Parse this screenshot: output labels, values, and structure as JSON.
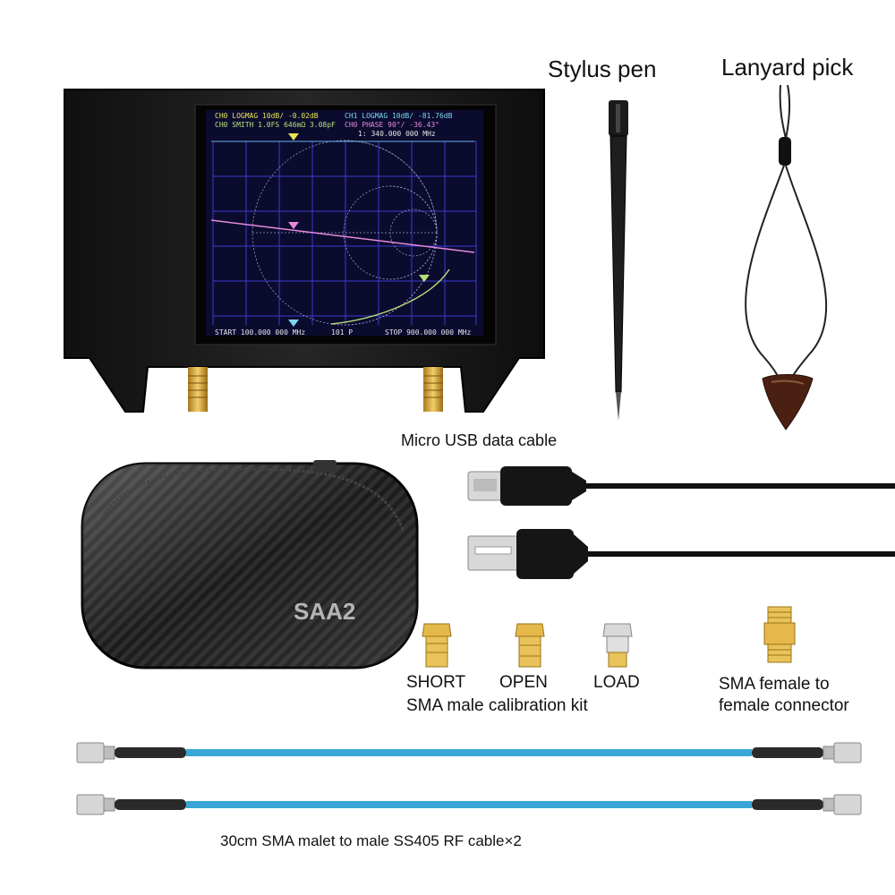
{
  "device": {
    "screen_line1_left": "CH0 LOGMAG 10dB/ -0.02dB",
    "screen_line1_right": "CH1 LOGMAG 10dB/ -81.76dB",
    "screen_line2_left": "CH0 SMITH 1.0FS  646mΩ 3.08pF",
    "screen_line2_right": "CH0 PHASE 90°/  -36.43°",
    "screen_line3_right": "1: 340.000 000 MHz",
    "screen_start": "START 100.000 000 MHz",
    "screen_points": "101 P",
    "screen_stop": "STOP 900.000 000 MHz"
  },
  "case": {
    "label": "SAA2"
  },
  "labels": {
    "stylus": "Stylus pen",
    "lanyard": "Lanyard pick",
    "usb_cable": "Micro USB data cable",
    "short": "SHORT",
    "open": "OPEN",
    "load": "LOAD",
    "cal_kit": "SMA male calibration kit",
    "connector_line1": "SMA female to",
    "connector_line2": "female connector",
    "rf_cable": "30cm SMA malet to male SS405 RF cable×2"
  },
  "colors": {
    "rf_cable": "#3aa6d8",
    "device_body": "#1c1c1c",
    "screen_bg": "#0b0b2e",
    "grid": "#3b3bd0",
    "gold": "#d9a93a"
  }
}
